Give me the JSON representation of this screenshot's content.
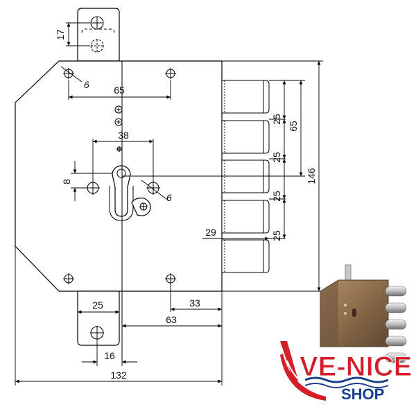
{
  "dimensions": {
    "top_tab_height": "17",
    "hole_spacing": "65",
    "hole_dia_top": "6",
    "cylinder_holes_spacing": "38",
    "cylinder_hole_offset": "8",
    "cylinder_hole_dia": "6",
    "bolt_pitch_1": "25",
    "bolt_pitch_2": "25",
    "bolt_pitch_3": "25",
    "bolt_pitch_4": "25",
    "bolt_group_span": "65",
    "overall_height": "146",
    "bolt_throw": "29",
    "bottom_tab_width": "25",
    "backset_33": "33",
    "backset_63": "63",
    "bottom_tab_offset": "16",
    "overall_width": "132"
  },
  "brand": {
    "logo_text": "VE-NICE",
    "sub_text": "SHOP"
  },
  "colors": {
    "line": "#000000",
    "logo_red": "#d41f26",
    "logo_blue": "#1a3f8f",
    "photo_bronze": "#8a6b4a"
  }
}
